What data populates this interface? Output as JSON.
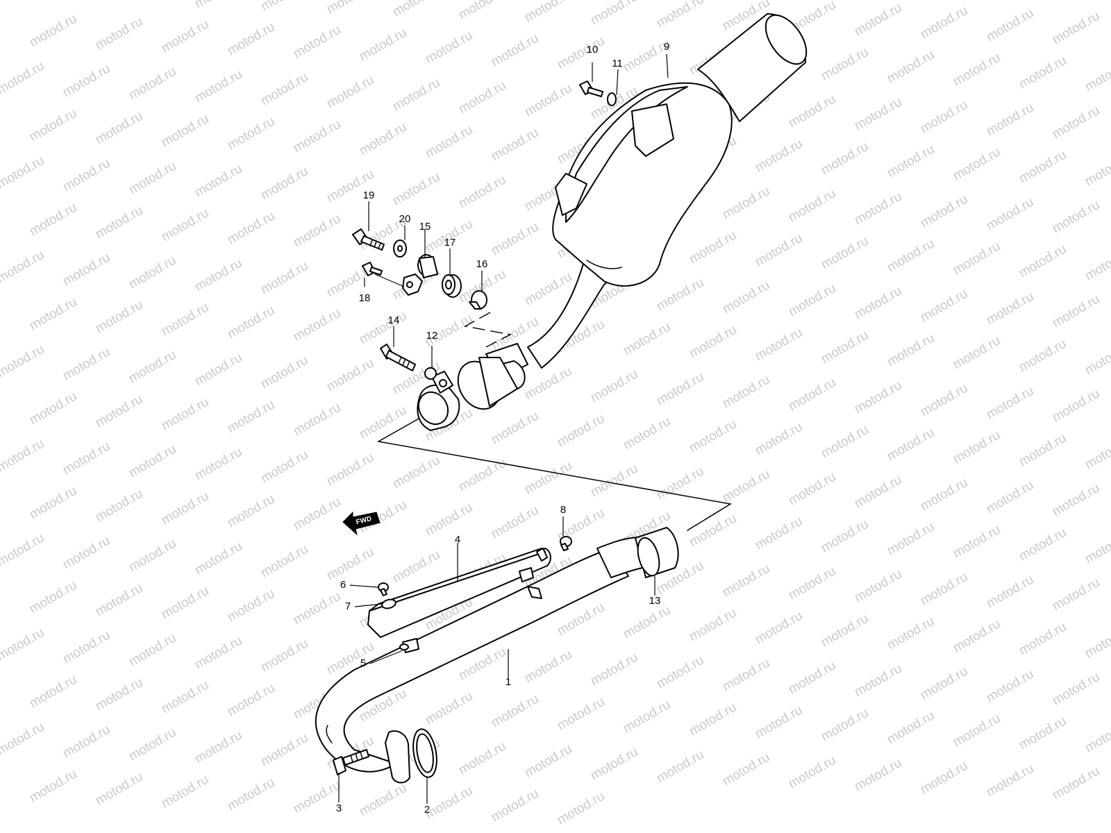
{
  "watermark": {
    "text": "motod.ru",
    "color": "#c9c9c9"
  },
  "direction_marker": {
    "label": "FWD",
    "icon": "arrow-left-icon"
  },
  "callouts": [
    {
      "id": "c1",
      "label": "1"
    },
    {
      "id": "c2",
      "label": "2"
    },
    {
      "id": "c3",
      "label": "3"
    },
    {
      "id": "c4",
      "label": "4"
    },
    {
      "id": "c5",
      "label": "5"
    },
    {
      "id": "c6",
      "label": "6"
    },
    {
      "id": "c7",
      "label": "7"
    },
    {
      "id": "c8",
      "label": "8"
    },
    {
      "id": "c9",
      "label": "9"
    },
    {
      "id": "c10",
      "label": "10"
    },
    {
      "id": "c11",
      "label": "11"
    },
    {
      "id": "c12",
      "label": "12"
    },
    {
      "id": "c13",
      "label": "13"
    },
    {
      "id": "c14",
      "label": "14"
    },
    {
      "id": "c15",
      "label": "15"
    },
    {
      "id": "c16",
      "label": "16"
    },
    {
      "id": "c17",
      "label": "17"
    },
    {
      "id": "c18",
      "label": "18"
    },
    {
      "id": "c19",
      "label": "19"
    },
    {
      "id": "c20",
      "label": "20"
    }
  ]
}
